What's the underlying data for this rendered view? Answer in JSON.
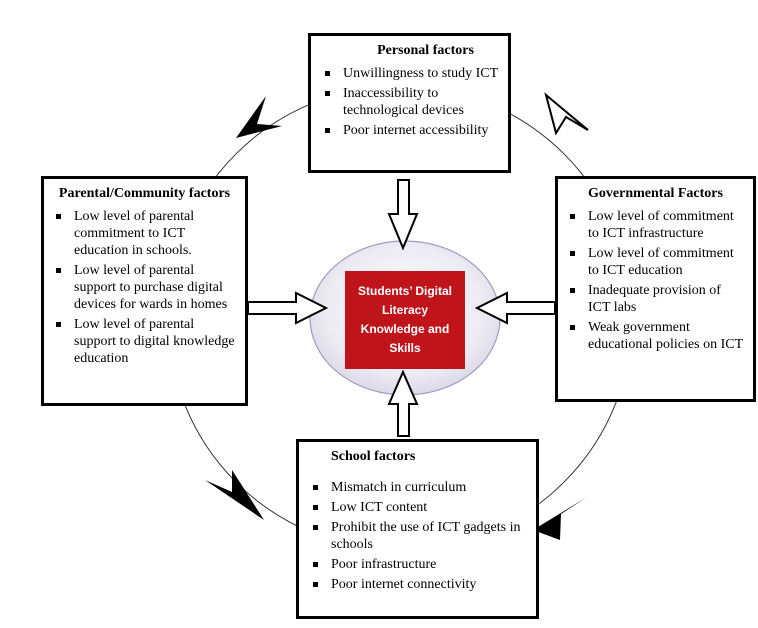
{
  "center": {
    "label": "Students’ Digital Literacy Knowledge and Skills"
  },
  "personal": {
    "title": "Personal factors",
    "items": [
      "Unwillingness to study ICT",
      "Inaccessibility to technological devices",
      "Poor internet accessibility"
    ]
  },
  "parental": {
    "title": "Parental/Community factors",
    "items": [
      "Low level of parental commitment to ICT education in schools.",
      "Low level of parental support to purchase digital devices for wards in homes",
      "Low level of parental support to digital knowledge education"
    ]
  },
  "governmental": {
    "title": "Governmental Factors",
    "items": [
      "Low level of commitment to ICT infrastructure",
      "Low level of commitment to ICT education",
      "Inadequate provision of ICT labs",
      "Weak government educational policies on ICT"
    ]
  },
  "school": {
    "title": "School factors",
    "items": [
      "Mismatch in curriculum",
      "Low ICT content",
      "Prohibit the use of ICT gadgets in schools",
      "Poor infrastructure",
      "Poor internet connectivity"
    ]
  }
}
